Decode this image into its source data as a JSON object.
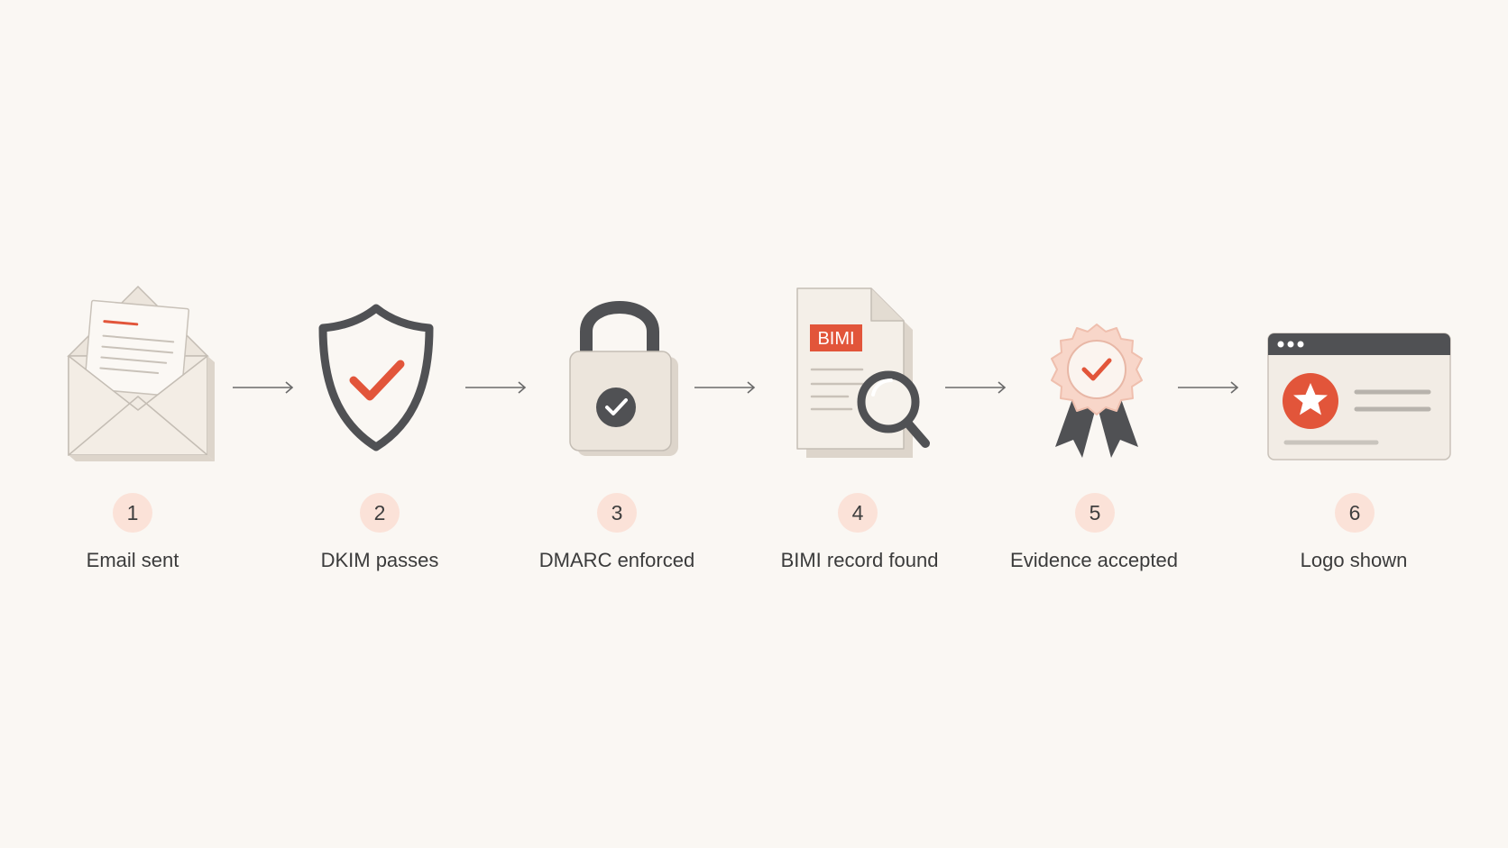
{
  "colors": {
    "background": "#faf7f3",
    "accent": "#e2553a",
    "dark": "#505154",
    "badge": "#fbe2d8",
    "paper": "#efe9e2"
  },
  "steps": [
    {
      "number": "1",
      "label": "Email sent",
      "icon": "envelope-icon"
    },
    {
      "number": "2",
      "label": "DKIM passes",
      "icon": "shield-check-icon"
    },
    {
      "number": "3",
      "label": "DMARC enforced",
      "icon": "padlock-icon"
    },
    {
      "number": "4",
      "label": "BIMI record found",
      "icon": "document-search-icon",
      "icon_text": "BIMI"
    },
    {
      "number": "5",
      "label": "Evidence accepted",
      "icon": "award-ribbon-icon"
    },
    {
      "number": "6",
      "label": "Logo shown",
      "icon": "browser-logo-icon"
    }
  ]
}
